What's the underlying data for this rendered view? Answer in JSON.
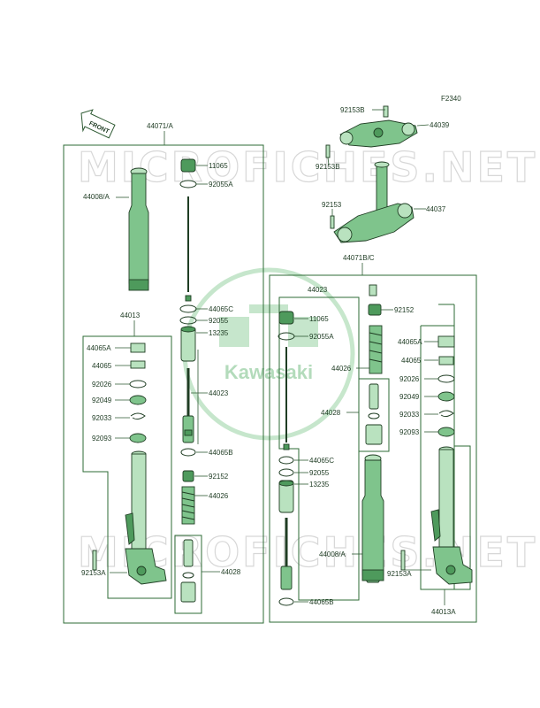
{
  "figure_code": "F2340",
  "front_arrow": "FRONT",
  "watermark_top": "MICROFICHES.NET",
  "watermark_bottom": "MICROFICHES.NET",
  "logo_text": "Kawasaki",
  "labels": {
    "upper_bracket": "92153B",
    "upper_bracket_part": "44039",
    "upper_bracket_bolt": "92153B",
    "stem_bolt": "92153",
    "stem": "44037",
    "left_assy": "44071/A",
    "left_tube": "44008/A",
    "left_cap": "11065",
    "left_oring": "92055A",
    "left_guide_c": "44065C",
    "left_oring2": "92055",
    "left_cyl": "13235",
    "left_cartridge": "44023",
    "left_guide_b": "44065B",
    "left_nut": "92152",
    "left_spring": "44026",
    "left_piston": "44028",
    "left_outer": "44013",
    "left_guide_a": "44065A",
    "left_guide": "44065",
    "left_washer": "92026",
    "left_seal": "92049",
    "left_clip": "92033",
    "left_dust": "92093",
    "left_bolt": "92153A",
    "right_assy": "44071B/C",
    "right_cartridge": "44023",
    "right_cap": "11065",
    "right_oring": "92055A",
    "right_nut": "92152",
    "right_spring": "44026",
    "right_piston": "44028",
    "right_guide_c": "44065C",
    "right_oring2": "92055",
    "right_cyl": "13235",
    "right_tube": "44008/A",
    "right_guide_b": "44065B",
    "right_guide_a": "44065A",
    "right_guide": "44065",
    "right_washer": "92026",
    "right_seal": "92049",
    "right_clip": "92033",
    "right_dust": "92093",
    "right_bolt": "92153A",
    "right_outer": "44013A"
  }
}
